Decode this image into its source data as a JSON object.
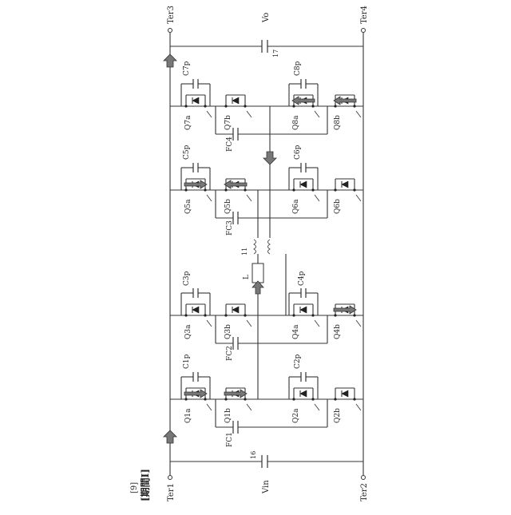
{
  "figure": {
    "number": "[9]",
    "period": "[期間I]"
  },
  "terminals": {
    "ter1": "Ter1",
    "ter2": "Ter2",
    "ter3": "Ter3",
    "ter4": "Ter4"
  },
  "voltages": {
    "vin": "Vin",
    "vo": "Vo"
  },
  "components": {
    "cap16": "16",
    "cap17": "17",
    "transformer": "11",
    "inductor": "L"
  },
  "switches_left": [
    "Q1a",
    "Q1b",
    "Q2a",
    "Q2b",
    "Q3a",
    "Q3b",
    "Q4a",
    "Q4b"
  ],
  "switches_right": [
    "Q5a",
    "Q5b",
    "Q6a",
    "Q6b",
    "Q7a",
    "Q7b",
    "Q8a",
    "Q8b"
  ],
  "caps_left": [
    "C1p",
    "C2p",
    "C3p",
    "C4p"
  ],
  "caps_right": [
    "C5p",
    "C6p",
    "C7p",
    "C8p"
  ],
  "flying_caps": [
    "FC1",
    "FC2",
    "FC3",
    "FC4"
  ]
}
